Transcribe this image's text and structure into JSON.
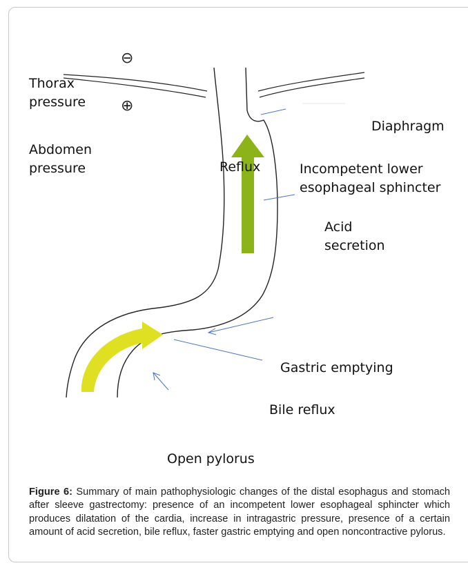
{
  "symbols": {
    "minus": "⊖",
    "plus": "⊕"
  },
  "labels": {
    "thorax": [
      "Thorax",
      "pressure"
    ],
    "abdomen": [
      "Abdomen",
      "pressure"
    ],
    "diaphragm": "Diaphragm",
    "reflux": "Reflux",
    "sphincter": [
      "Incompetent lower",
      "esophageal sphincter"
    ],
    "acid": [
      "Acid",
      "secretion"
    ],
    "gastric_emptying": "Gastric emptying",
    "bile_reflux": "Bile reflux",
    "open_pylorus": "Open pylorus"
  },
  "caption": {
    "label": "Figure 6:",
    "text": " Summary of main pathophysiologic changes of the distal esophagus and stomach after sleeve gastrectomy: presence of an incompetent lower esophageal sphincter which produces dilatation of the cardia, increase in intragastric pressure, presence of a certain amount of acid secretion, bile reflux, faster gastric emptying and open noncontractive pylorus."
  },
  "colors": {
    "arrow_green": "#8db31a",
    "arrow_yellow": "#dfe021",
    "pointer_blue": "#4a74c0",
    "outline": "#222222"
  }
}
